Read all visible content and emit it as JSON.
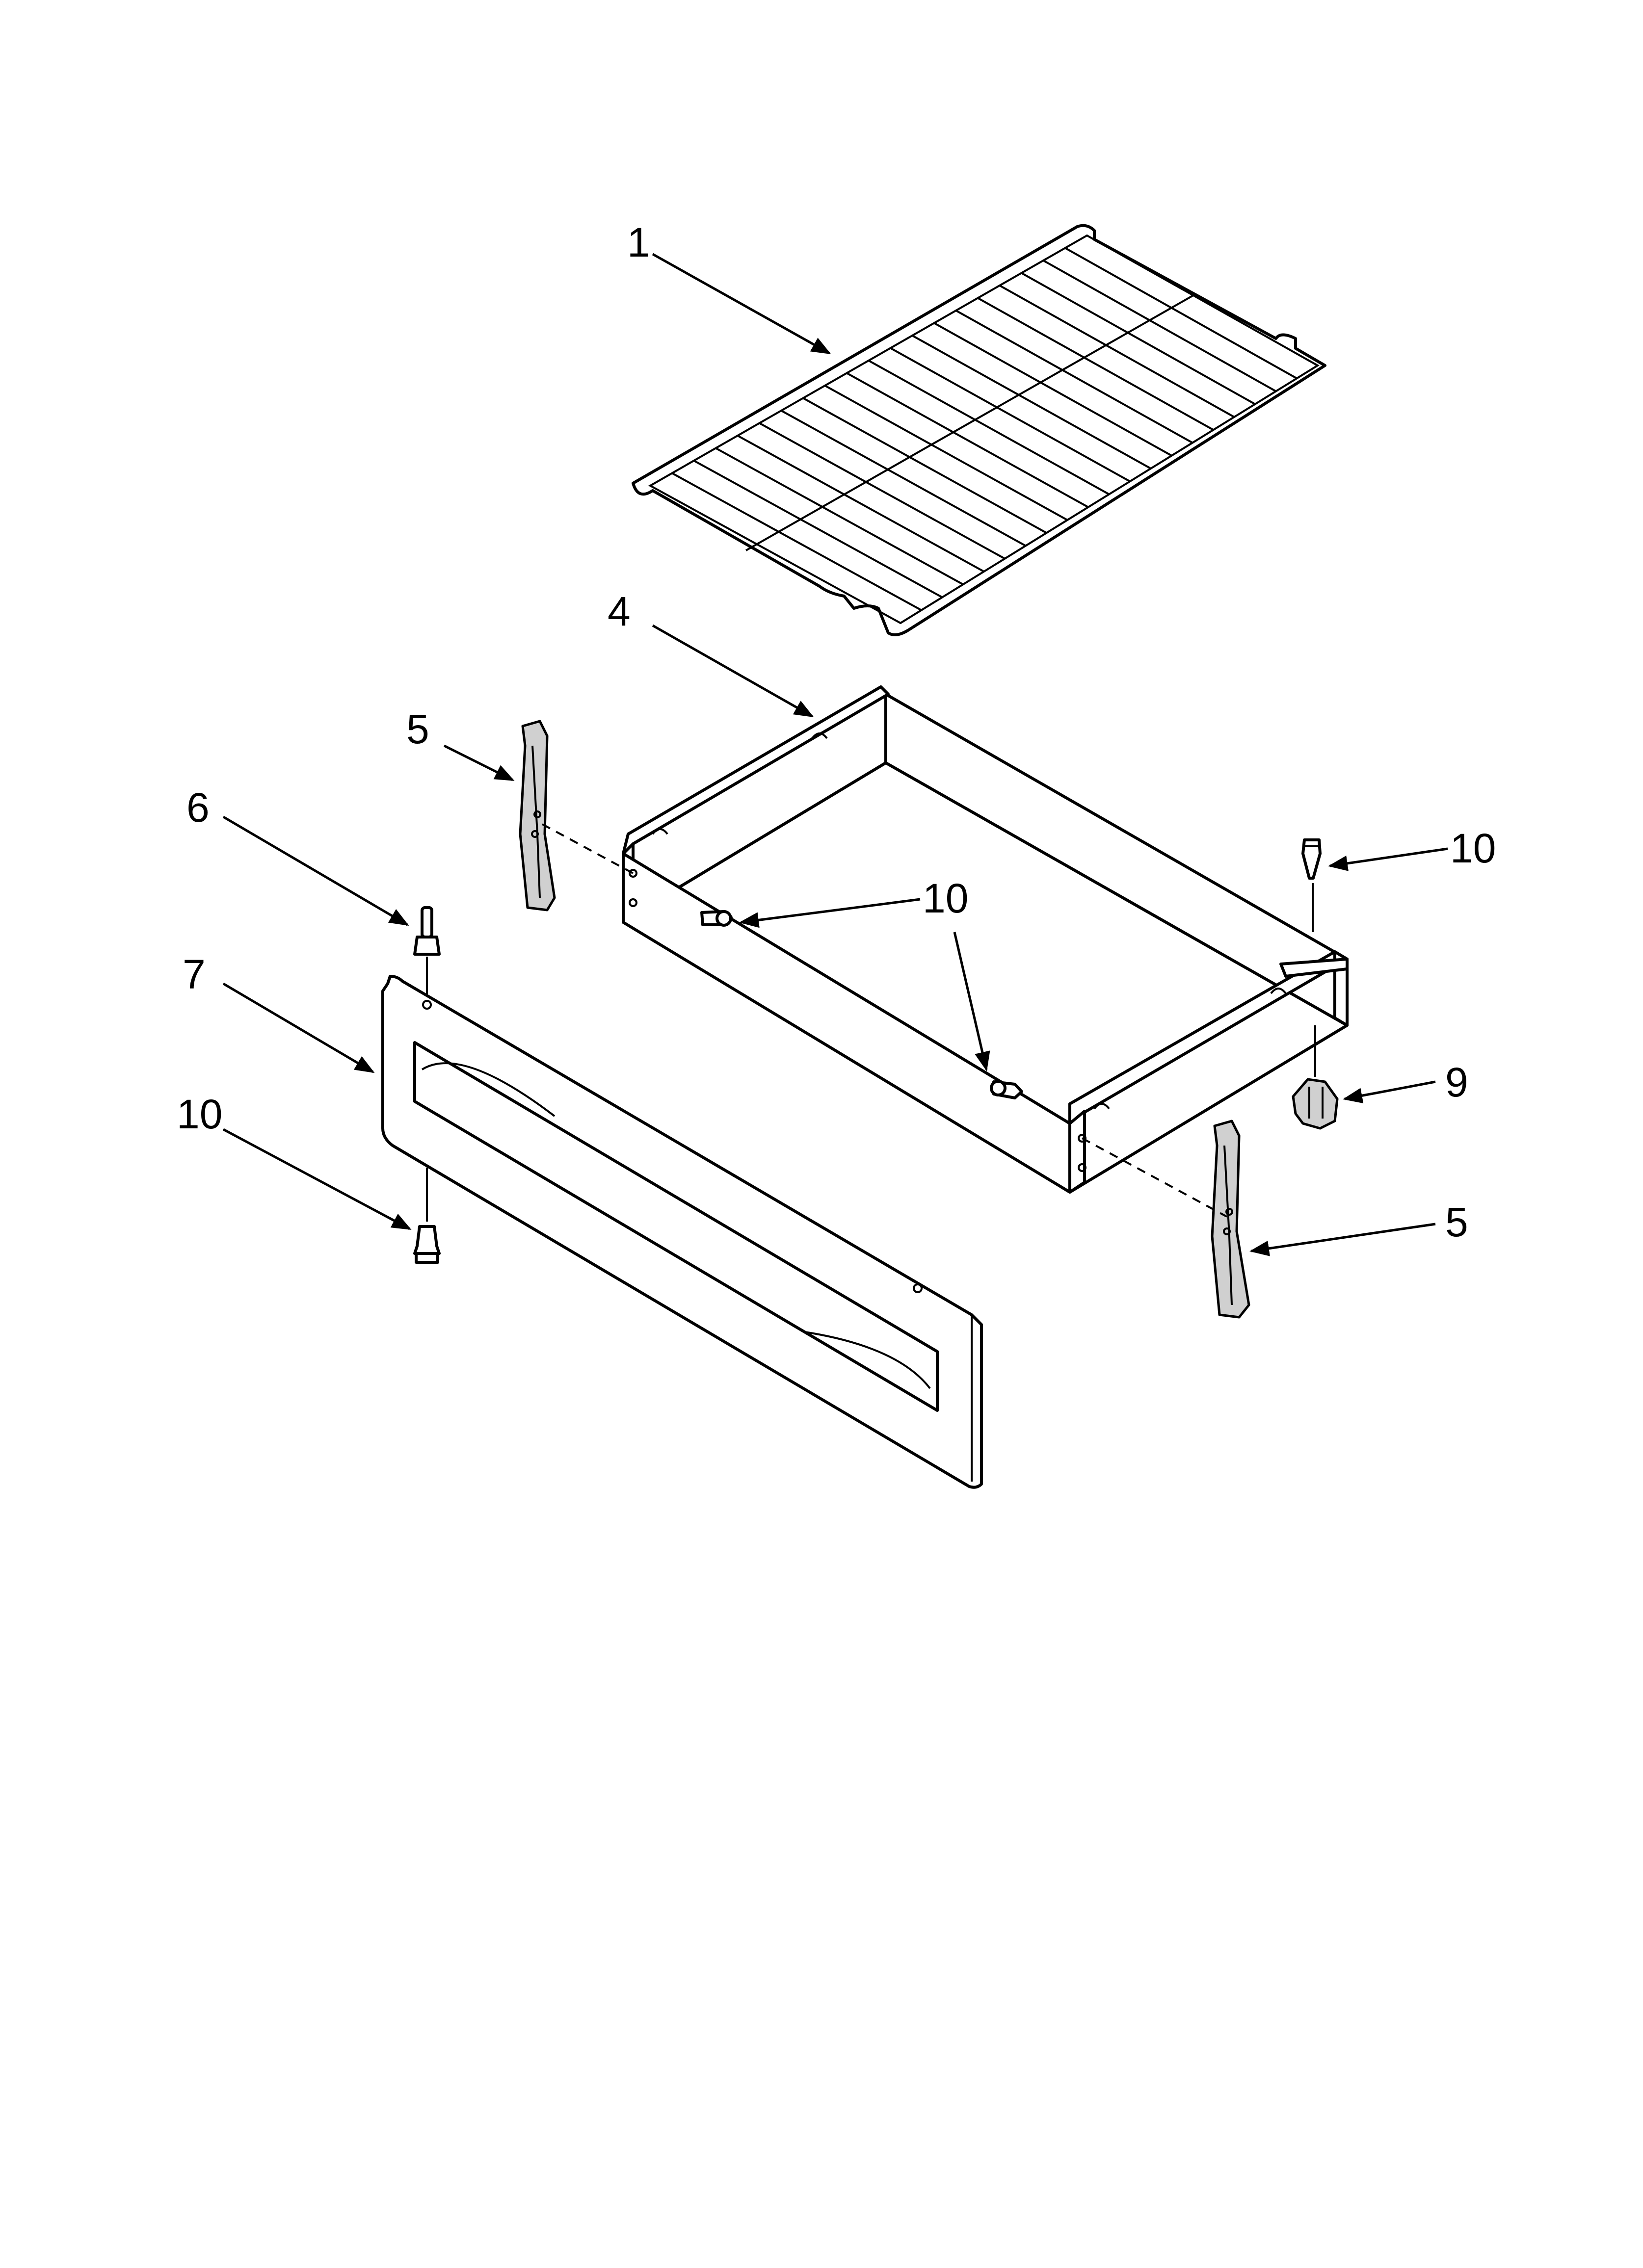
{
  "diagram": {
    "callouts": [
      {
        "id": "c1",
        "label": "1"
      },
      {
        "id": "c4",
        "label": "4"
      },
      {
        "id": "c5a",
        "label": "5"
      },
      {
        "id": "c6",
        "label": "6"
      },
      {
        "id": "c7",
        "label": "7"
      },
      {
        "id": "c10a",
        "label": "10"
      },
      {
        "id": "c10b",
        "label": "10"
      },
      {
        "id": "c10c",
        "label": "10"
      },
      {
        "id": "c9",
        "label": "9"
      },
      {
        "id": "c5b",
        "label": "5"
      }
    ]
  }
}
